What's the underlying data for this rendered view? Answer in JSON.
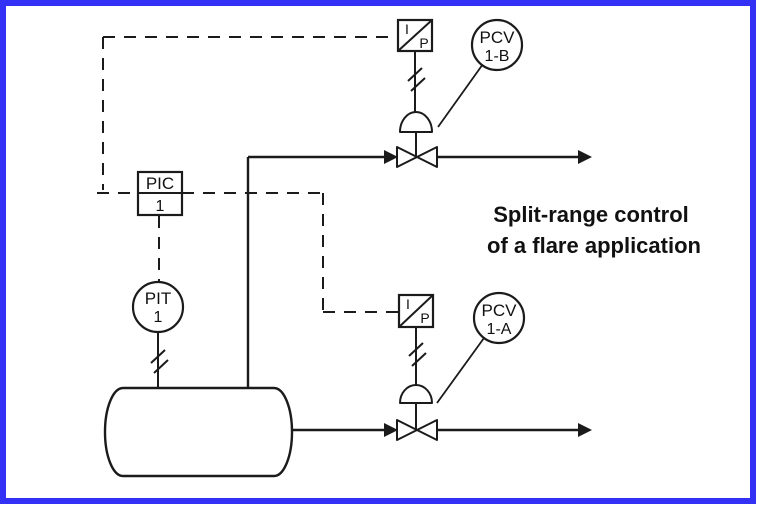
{
  "diagram": {
    "type": "piping-and-instrumentation-diagram",
    "caption": {
      "line1": "Split-range control",
      "line2": "of a flare application"
    },
    "colors": {
      "frame_border": "#3431f7",
      "line": "#1b1b1b",
      "background": "#ffffff"
    },
    "instruments": {
      "pic": {
        "tag": "PIC",
        "number": "1",
        "symbol": "shared-display-controller-box"
      },
      "pit": {
        "tag": "PIT",
        "number": "1",
        "symbol": "field-instrument-circle"
      },
      "pcv_b": {
        "tag": "PCV",
        "number": "1-B",
        "symbol": "valve-tag-circle"
      },
      "pcv_a": {
        "tag": "PCV",
        "number": "1-A",
        "symbol": "valve-tag-circle"
      },
      "ip_top": {
        "top": "I",
        "bottom": "P",
        "symbol": "current-to-pneumatic-transducer"
      },
      "ip_bottom": {
        "top": "I",
        "bottom": "P",
        "symbol": "current-to-pneumatic-transducer"
      }
    },
    "equipment": {
      "vessel": "horizontal-drum",
      "valves": [
        "diaphragm-control-valve-top",
        "diaphragm-control-valve-bottom"
      ]
    },
    "signals": {
      "dashed": "electric-signal",
      "double_slash": "pneumatic-signal-mark",
      "solid_arrows": "process-flow-to-flare"
    }
  }
}
